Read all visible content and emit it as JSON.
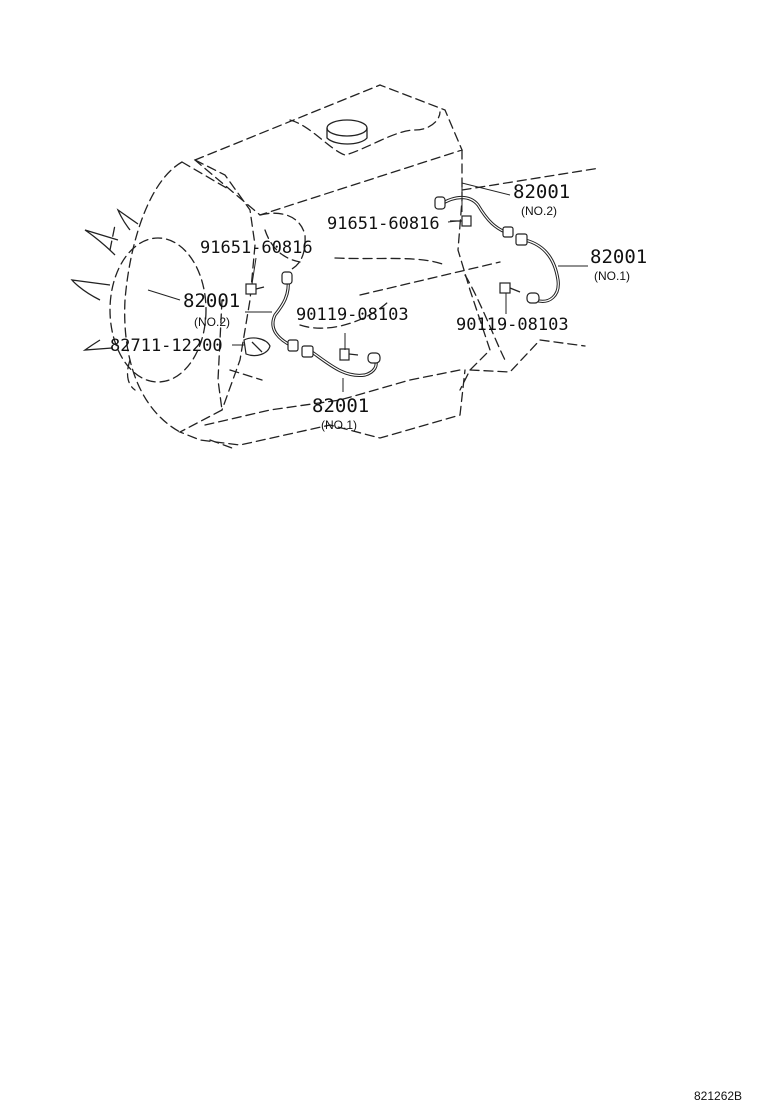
{
  "diagram": {
    "labels": {
      "sensor_right_no2": {
        "part": "82001",
        "note": "(NO.2)"
      },
      "sensor_right_no1": {
        "part": "82001",
        "note": "(NO.1)"
      },
      "sensor_left_no2": {
        "part": "82001",
        "note": "(NO.2)"
      },
      "sensor_left_no1": {
        "part": "82001",
        "note": "(NO.1)"
      },
      "bolt_left": "91651-60816",
      "bolt_right": "91651-60816",
      "nut_left": "90119-08103",
      "nut_right": "90119-08103",
      "clamp": "82711-12200"
    },
    "figure_code": "821262B"
  }
}
